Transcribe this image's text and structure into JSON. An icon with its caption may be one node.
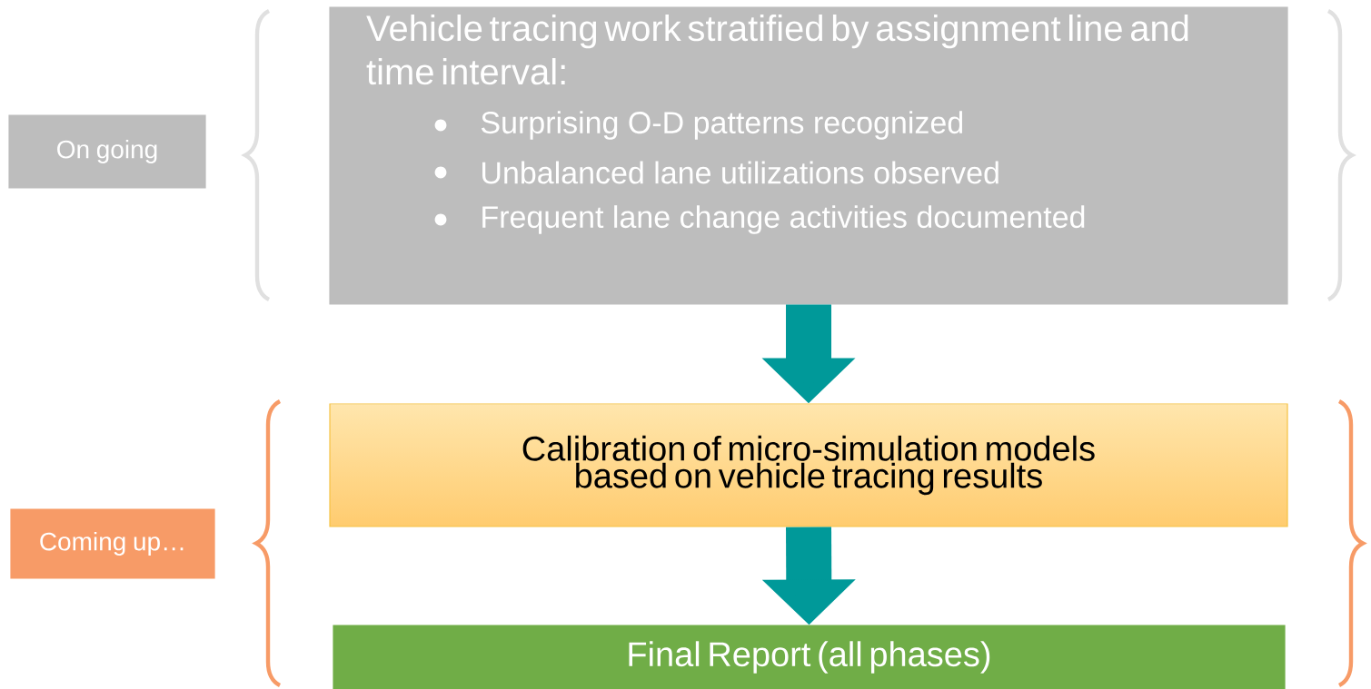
{
  "diagram": {
    "nodes": [
      {
        "text": [
          "On going"
        ]
      },
      {
        "text": [
          "Vehicle tracing work stratified by assignment line and time interval:",
          "Surprising O-D patterns recognized",
          "Unbalanced lane utilizations observed",
          "Frequent lane change activities documented"
        ]
      },
      {
        "text": [
          "Coming up…"
        ]
      },
      {
        "text": [
          "Calibration of micro-simulation models based on vehicle tracing results"
        ]
      },
      {
        "text": [
          "Final Report (all phases)"
        ]
      }
    ],
    "edges": [
      {
        "from": 1,
        "to": 3,
        "arrow": "to"
      },
      {
        "from": 3,
        "to": 4,
        "arrow": "to"
      }
    ]
  }
}
